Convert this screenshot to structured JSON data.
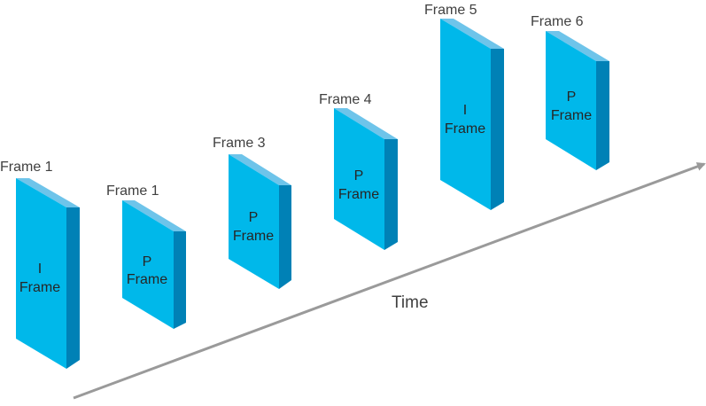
{
  "colors": {
    "front": "#00B8EA",
    "top": "#6EC4EA",
    "side": "#0081B6",
    "arrow": "#9A9A9A",
    "caption_text": "#404040",
    "block_text": "#262626"
  },
  "axis": {
    "label": "Time"
  },
  "frames": [
    {
      "caption": "Frame 1",
      "type": "I",
      "word": "Frame"
    },
    {
      "caption": "Frame 1",
      "type": "P",
      "word": "Frame"
    },
    {
      "caption": "Frame 3",
      "type": "P",
      "word": "Frame"
    },
    {
      "caption": "Frame 4",
      "type": "P",
      "word": "Frame"
    },
    {
      "caption": "Frame 5",
      "type": "I",
      "word": "Frame"
    },
    {
      "caption": "Frame 6",
      "type": "P",
      "word": "Frame"
    }
  ]
}
